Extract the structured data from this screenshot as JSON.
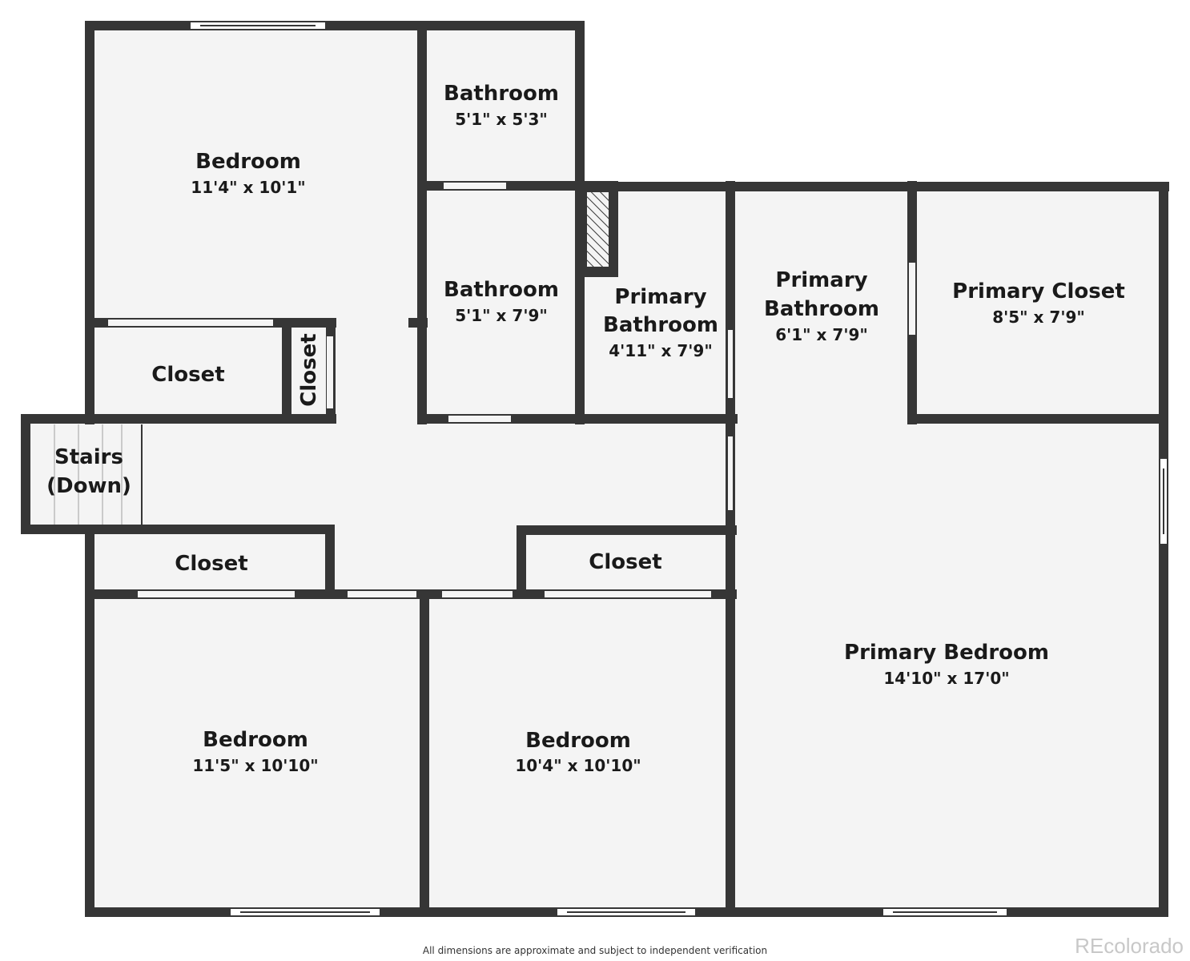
{
  "rooms": {
    "bedroom_top_left": {
      "name": "Bedroom",
      "dims": "11'4\" x 10'1\""
    },
    "bathroom_top": {
      "name": "Bathroom",
      "dims": "5'1\" x 5'3\""
    },
    "bathroom_mid": {
      "name": "Bathroom",
      "dims": "5'1\" x 7'9\""
    },
    "primary_bathroom_small": {
      "name_line1": "Primary",
      "name_line2": "Bathroom",
      "dims": "4'11\" x 7'9\""
    },
    "primary_bathroom_large": {
      "name_line1": "Primary",
      "name_line2": "Bathroom",
      "dims": "6'1\" x 7'9\""
    },
    "primary_closet": {
      "name": "Primary Closet",
      "dims": "8'5\" x 7'9\""
    },
    "closet_left": {
      "name": "Closet"
    },
    "closet_small": {
      "name": "Closet"
    },
    "stairs": {
      "name_line1": "Stairs",
      "name_line2": "(Down)"
    },
    "closet_lower_left": {
      "name": "Closet"
    },
    "closet_lower_mid": {
      "name": "Closet"
    },
    "primary_bedroom": {
      "name": "Primary Bedroom",
      "dims": "14'10\" x 17'0\""
    },
    "bedroom_bottom_left": {
      "name": "Bedroom",
      "dims": "11'5\" x 10'10\""
    },
    "bedroom_bottom_mid": {
      "name": "Bedroom",
      "dims": "10'4\" x 10'10\""
    }
  },
  "footer": {
    "disclaimer": "All dimensions are approximate and subject to independent verification",
    "brand": "REcolorado"
  }
}
